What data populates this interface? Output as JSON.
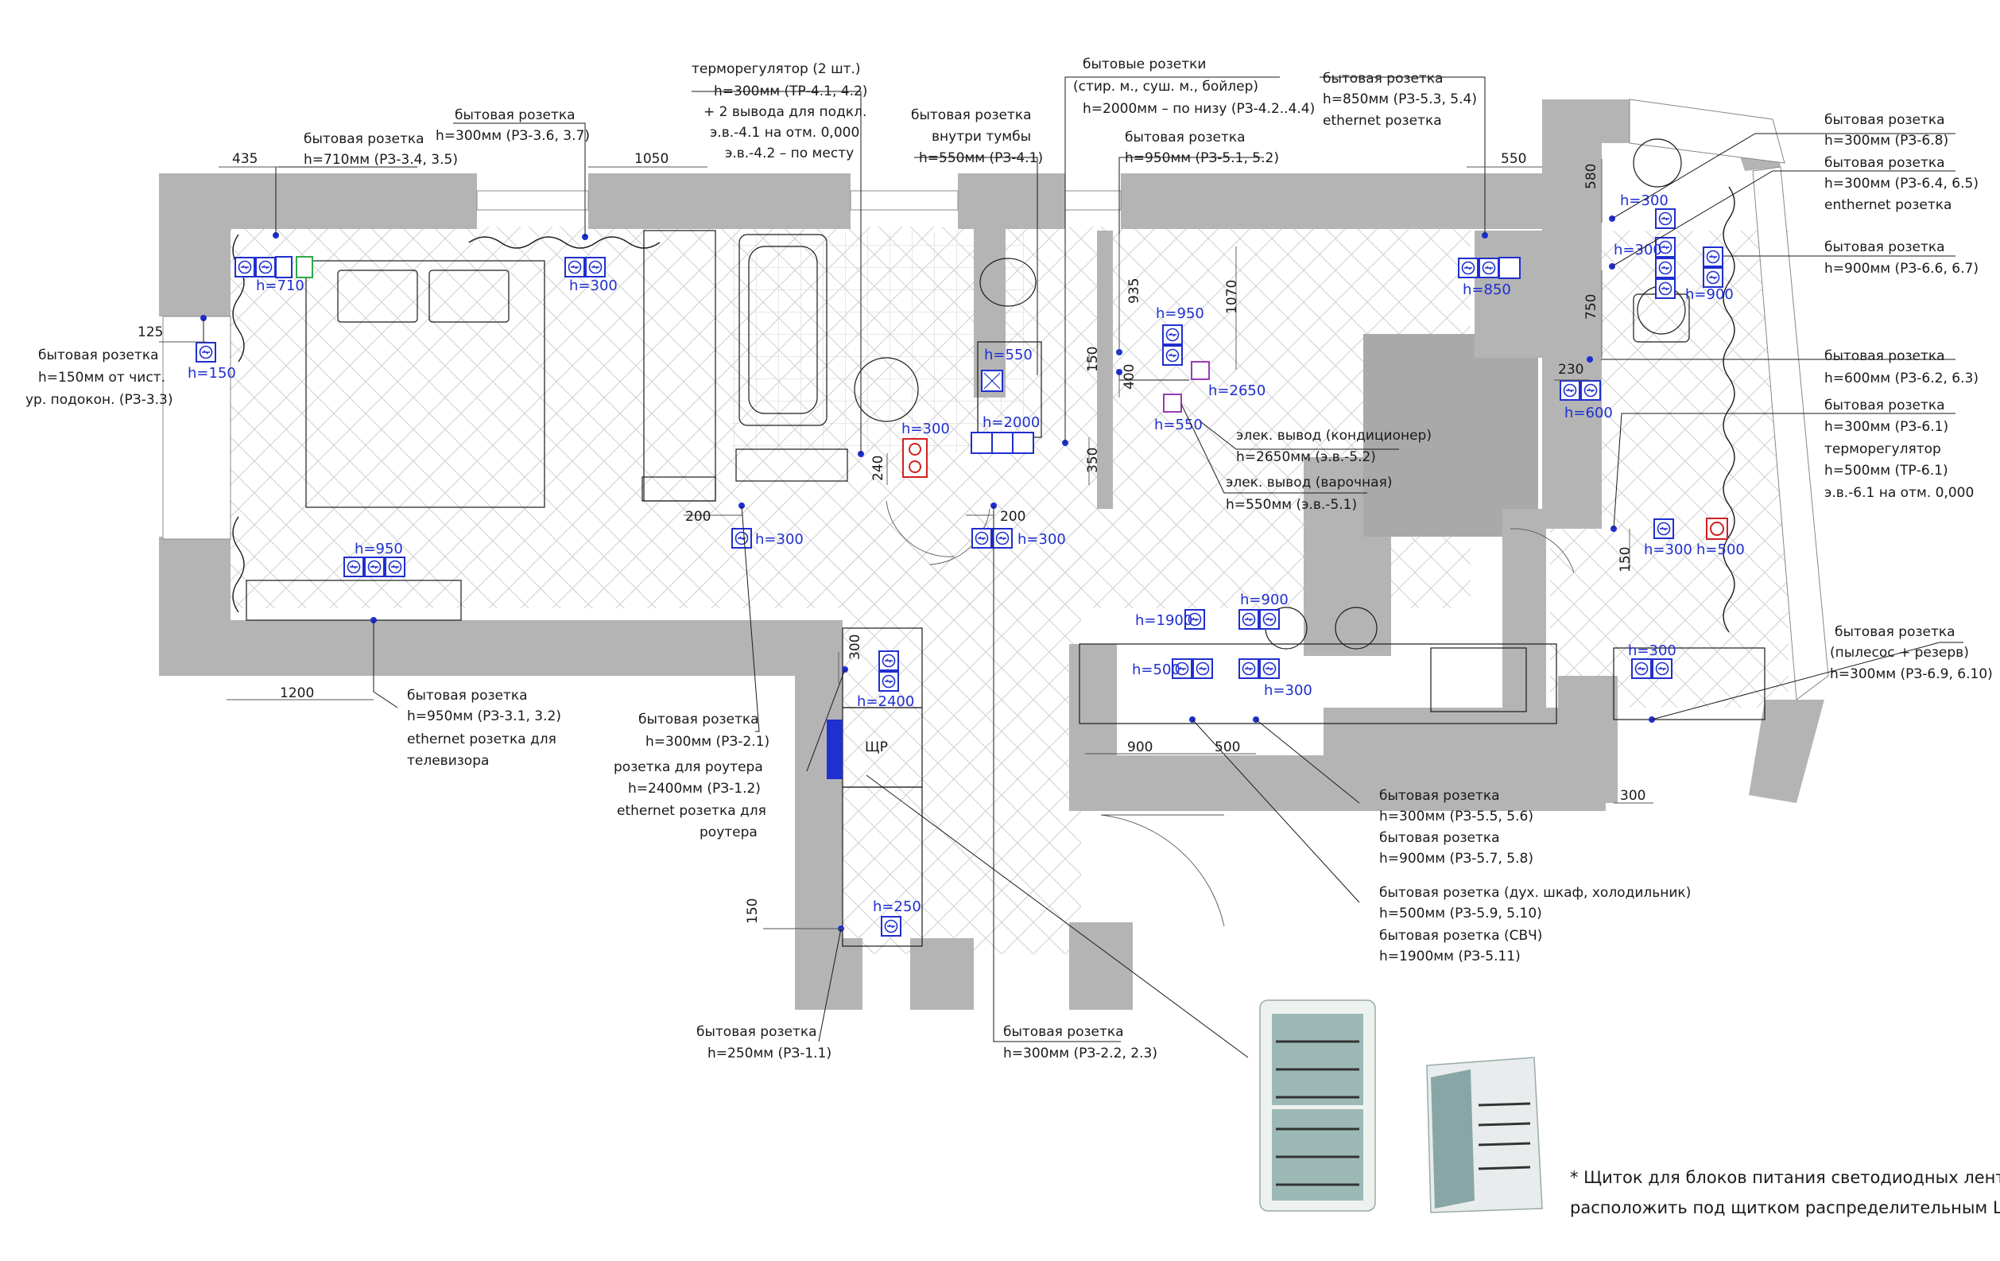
{
  "annotations": {
    "bedroom_window_socket": {
      "t1": "бытовая розетка",
      "t2": "h=150мм от чист.",
      "t3": "ур. подокон. (РЗ-3.3)"
    },
    "bedroom_bed_sockets": {
      "t1": "бытовая розетка",
      "t2": "h=710мм (РЗ-3.4, 3.5)"
    },
    "bedroom_wall_sockets": {
      "t1": "бытовая розетка",
      "t2": "h=300мм (РЗ-3.6, 3.7)"
    },
    "thermoregulator": {
      "t1": "терморегулятор (2 шт.)",
      "t2": "h=300мм (ТР-4.1, 4.2)",
      "t3": "+ 2 вывода для подкл.",
      "t4": "э.в.-4.1 на отм. 0,000",
      "t5": "э.в.-4.2 – по месту"
    },
    "bath_cabinet_socket": {
      "t1": "бытовая розетка",
      "t2": "внутри тумбы",
      "t3": "h=550мм (РЗ-4.1)"
    },
    "appliance_sockets": {
      "t1": "бытовые розетки",
      "t2": "(стир. м., суш. м., бойлер)",
      "t3": "h=2000мм – по низу (РЗ-4.2..4.4)"
    },
    "kitchen_950": {
      "t1": "бытовая розетка",
      "t2": "h=950мм (РЗ-5.1, 5.2)"
    },
    "kitchen_850": {
      "t1": "бытовая розетка",
      "t2": "h=850мм (РЗ-5.3, 5.4)",
      "t3": "ethernet розетка"
    },
    "r_68": {
      "t1": "бытовая розетка",
      "t2": "h=300мм (РЗ-6.8)"
    },
    "r_64": {
      "t1": "бытовая розетка",
      "t2": "h=300мм (РЗ-6.4, 6.5)",
      "t3": "enthernet розетка"
    },
    "r_66": {
      "t1": "бытовая розетка",
      "t2": "h=900мм (РЗ-6.6, 6.7)"
    },
    "r_62": {
      "t1": "бытовая розетка",
      "t2": "h=600мм (РЗ-6.2, 6.3)"
    },
    "r_61": {
      "t1": "бытовая розетка",
      "t2": "h=300мм (РЗ-6.1)",
      "t3": "терморегулятор",
      "t4": "h=500мм (ТР-6.1)",
      "t5": "э.в.-6.1 на отм. 0,000"
    },
    "r_69": {
      "t1": "бытовая розетка",
      "t2": "(пылесос + резерв)",
      "t3": "h=300мм (РЗ-6.9, 6.10)"
    },
    "ac_outlet": {
      "t1": "элек. вывод (кондиционер)",
      "t2": "h=2650мм (э.в.-5.2)"
    },
    "hob_outlet": {
      "t1": "элек. вывод (варочная)",
      "t2": "h=550мм (э.в.-5.1)"
    },
    "tv_sockets": {
      "t1": "бытовая розетка",
      "t2": "h=950мм (РЗ-3.1, 3.2)",
      "t3": "ethernet розетка для",
      "t4": "телевизора"
    },
    "hall_300": {
      "t1": "бытовая розетка",
      "t2": "h=300мм (РЗ-2.1)"
    },
    "router": {
      "t1": "розетка для роутера",
      "t2": "h=2400мм (РЗ-1.2)",
      "t3": "ethernet розетка для",
      "t4": "роутера"
    },
    "entry_250": {
      "t1": "бытовая розетка",
      "t2": "h=250мм (РЗ-1.1)"
    },
    "hall_22": {
      "t1": "бытовая розетка",
      "t2": "h=300мм (РЗ-2.2, 2.3)"
    },
    "k_55": {
      "t1": "бытовая розетка",
      "t2": "h=300мм (РЗ-5.5, 5.6)",
      "t3": "бытовая розетка",
      "t4": "h=900мм (РЗ-5.7, 5.8)"
    },
    "k_59": {
      "t1": "бытовая розетка (дух. шкаф, холодильник)",
      "t2": "h=500мм (РЗ-5.9, 5.10)",
      "t3": "бытовая розетка (СВЧ)",
      "t4": "h=1900мм (РЗ-5.11)"
    }
  },
  "heights": {
    "h710": "h=710",
    "h300a": "h=300",
    "h150": "h=150",
    "h950a": "h=950",
    "h300b": "h=300",
    "h300c": "h=300",
    "h300d": "h=300",
    "h550": "h=550",
    "h2000": "h=2000",
    "h950b": "h=950",
    "h2650": "h=2650",
    "h550b": "h=550",
    "h850": "h=850",
    "h300e": "h=300",
    "h300f": "h=300",
    "h900a": "h=900",
    "h600": "h=600",
    "h300g": "h=300",
    "h500a": "h=500",
    "h1900": "h=1900",
    "h900b": "h=900",
    "h500b": "h=500",
    "h300h": "h=300",
    "h300i": "h=300",
    "h2400": "h=2400",
    "h250": "h=250"
  },
  "dimensions": {
    "d435": "435",
    "d1050": "1050",
    "d550": "550",
    "d125": "125",
    "d1200": "1200",
    "d580": "580",
    "d750": "750",
    "d230": "230",
    "d935": "935",
    "d1070": "1070",
    "d150a": "150",
    "d400": "400",
    "d350": "350",
    "d240": "240",
    "d200a": "200",
    "d200b": "200",
    "d150b": "150",
    "d900": "900",
    "d500": "500",
    "d300a": "300",
    "d300b": "300",
    "d150c": "150"
  },
  "panel": {
    "label": "ЩР"
  },
  "footnote": {
    "line1": "* Щиток для блоков питания светодиодных лент",
    "line2": "расположить под щитком распределительным ЩР"
  },
  "colors": {
    "socket_blue": "#1f2fd0",
    "wall_gray": "#b4b4b4",
    "thermo_red": "#d21f1f",
    "outlet_purple": "#9b3bb5",
    "ethernet_green": "#2fa84a"
  }
}
